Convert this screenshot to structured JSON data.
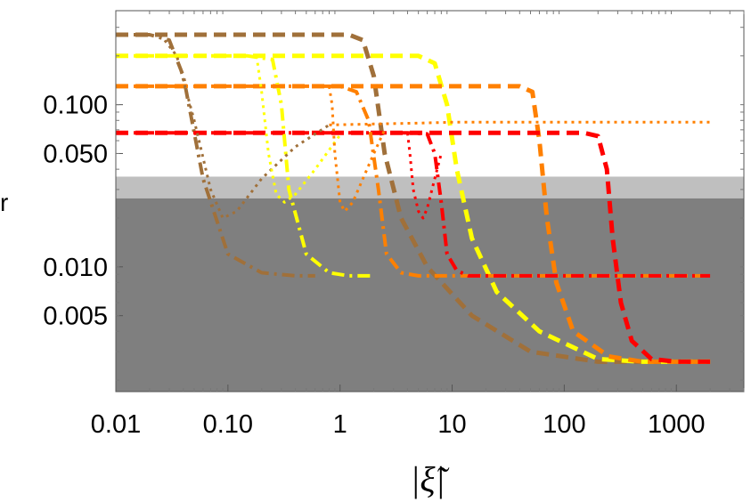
{
  "chart_data": {
    "type": "line",
    "title": "",
    "xlabel": "|ξ̃|",
    "ylabel": "r",
    "x_scale": "log",
    "y_scale": "log",
    "xlim": [
      0.01,
      4000
    ],
    "ylim": [
      0.0017,
      0.38
    ],
    "grid": false,
    "legend": "none",
    "x_ticks": [
      {
        "value": 0.01,
        "label": "0.01"
      },
      {
        "value": 0.1,
        "label": "0.10"
      },
      {
        "value": 1,
        "label": "1"
      },
      {
        "value": 10,
        "label": "10"
      },
      {
        "value": 100,
        "label": "100"
      },
      {
        "value": 1000,
        "label": "1000"
      }
    ],
    "y_ticks": [
      {
        "value": 0.1,
        "label": "0.100"
      },
      {
        "value": 0.05,
        "label": "0.050"
      },
      {
        "value": 0.01,
        "label": "0.010"
      },
      {
        "value": 0.005,
        "label": "0.005"
      }
    ],
    "shaded_regions": [
      {
        "y_from": 0.0017,
        "y_to": 0.0265,
        "color": "#7f7f7f"
      },
      {
        "y_from": 0.0265,
        "y_to": 0.036,
        "color": "#bfbfbf"
      }
    ],
    "colors": {
      "brown": "#a0703a",
      "yellow": "#ffff00",
      "orange": "#ff8000",
      "red": "#ff0000"
    },
    "series": [
      {
        "color": "#a0703a",
        "dash": "dashed",
        "x": [
          0.01,
          0.5,
          1.2,
          1.6,
          2.0,
          2.5,
          3.5,
          6,
          15,
          50,
          200,
          500,
          2000
        ],
        "y": [
          0.27,
          0.27,
          0.27,
          0.25,
          0.15,
          0.05,
          0.02,
          0.01,
          0.005,
          0.003,
          0.0026,
          0.0026,
          0.0026
        ]
      },
      {
        "color": "#ffff00",
        "dash": "dashed",
        "x": [
          0.01,
          0.5,
          5,
          7,
          9,
          11,
          15,
          25,
          60,
          200,
          500,
          2000
        ],
        "y": [
          0.2,
          0.2,
          0.2,
          0.18,
          0.1,
          0.04,
          0.015,
          0.007,
          0.004,
          0.0027,
          0.0026,
          0.0026
        ]
      },
      {
        "color": "#ff8000",
        "dash": "dashed",
        "x": [
          0.01,
          1,
          40,
          52,
          60,
          70,
          85,
          120,
          250,
          500,
          2000
        ],
        "y": [
          0.13,
          0.13,
          0.13,
          0.12,
          0.06,
          0.02,
          0.008,
          0.004,
          0.0028,
          0.0026,
          0.0026
        ]
      },
      {
        "color": "#ff0000",
        "dash": "dashed",
        "x": [
          0.01,
          1,
          150,
          200,
          240,
          270,
          320,
          400,
          600,
          1000,
          2000
        ],
        "y": [
          0.067,
          0.067,
          0.067,
          0.064,
          0.04,
          0.015,
          0.006,
          0.0035,
          0.0027,
          0.0026,
          0.0026
        ]
      },
      {
        "color": "#a0703a",
        "dash": "dashdot",
        "x": [
          0.01,
          0.02,
          0.03,
          0.04,
          0.06,
          0.1,
          0.2,
          0.4,
          0.6
        ],
        "y": [
          0.27,
          0.27,
          0.25,
          0.15,
          0.035,
          0.012,
          0.0092,
          0.0088,
          0.0088
        ]
      },
      {
        "color": "#ffff00",
        "dash": "dashdot",
        "x": [
          0.01,
          0.15,
          0.25,
          0.3,
          0.35,
          0.5,
          0.8,
          1.2,
          2
        ],
        "y": [
          0.2,
          0.2,
          0.19,
          0.1,
          0.03,
          0.012,
          0.0092,
          0.0088,
          0.0088
        ]
      },
      {
        "color": "#ff8000",
        "dash": "dashdot",
        "x": [
          0.01,
          1,
          1.4,
          1.8,
          2.2,
          2.6,
          3.5,
          5,
          10,
          2000
        ],
        "y": [
          0.13,
          0.13,
          0.12,
          0.08,
          0.03,
          0.012,
          0.0092,
          0.0088,
          0.0088,
          0.0088
        ]
      },
      {
        "color": "#ff0000",
        "dash": "dashdot",
        "x": [
          0.01,
          4,
          6,
          7,
          8,
          9,
          11,
          14,
          20,
          2000
        ],
        "y": [
          0.067,
          0.067,
          0.066,
          0.05,
          0.025,
          0.012,
          0.0095,
          0.0088,
          0.0088,
          0.0088
        ]
      },
      {
        "color": "#a0703a",
        "dash": "dotted",
        "x": [
          0.025,
          0.035,
          0.05,
          0.07,
          0.09,
          0.12,
          0.2,
          0.4,
          0.8
        ],
        "y": [
          0.27,
          0.2,
          0.08,
          0.03,
          0.02,
          0.022,
          0.035,
          0.055,
          0.075
        ]
      },
      {
        "color": "#ffff00",
        "dash": "dotted",
        "x": [
          0.18,
          0.2,
          0.23,
          0.27,
          0.32,
          0.4,
          0.6,
          1
        ],
        "y": [
          0.2,
          0.12,
          0.05,
          0.028,
          0.025,
          0.028,
          0.04,
          0.065
        ]
      },
      {
        "color": "#ff8000",
        "dash": "dotted",
        "x": [
          0.8,
          0.85,
          0.9,
          1,
          1.1,
          1.3,
          1.6,
          2,
          2.5
        ],
        "y": [
          0.13,
          0.1,
          0.05,
          0.025,
          0.022,
          0.025,
          0.035,
          0.05,
          0.07
        ]
      },
      {
        "color": "#ff0000",
        "dash": "dotted",
        "x": [
          4,
          4.2,
          4.5,
          5,
          5.5,
          6,
          7,
          8
        ],
        "y": [
          0.067,
          0.05,
          0.03,
          0.022,
          0.02,
          0.023,
          0.035,
          0.05
        ]
      },
      {
        "color": "#ff8000",
        "dash": "dotted",
        "x": [
          0.8,
          2,
          5,
          10,
          50,
          200,
          2000
        ],
        "y": [
          0.075,
          0.076,
          0.077,
          0.078,
          0.078,
          0.078,
          0.078
        ]
      }
    ]
  }
}
